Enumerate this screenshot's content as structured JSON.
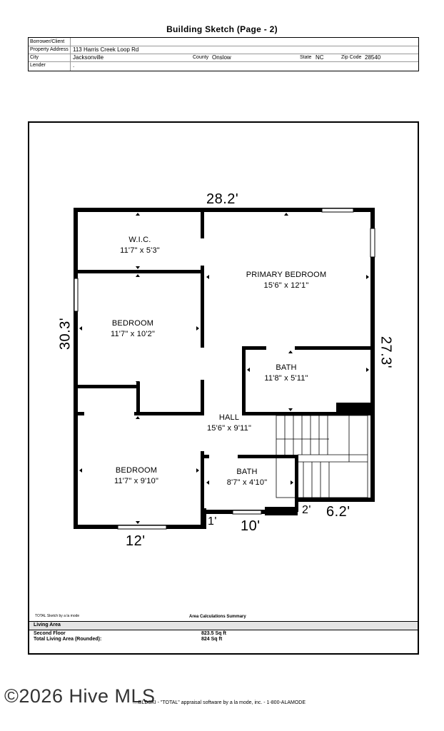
{
  "header": {
    "title": "Building Sketch (Page - 2)"
  },
  "info": {
    "borrower_label": "Borrower/Client",
    "borrower_value": "",
    "address_label": "Property Address",
    "address_value": "113 Harris Creek Loop Rd",
    "city_label": "City",
    "city_value": "Jacksonville",
    "county_label": "County",
    "county_value": "Onslow",
    "state_label": "State",
    "state_value": "NC",
    "zip_label": "Zip Code",
    "zip_value": "28540",
    "lender_label": "Lender",
    "lender_value": "."
  },
  "rooms": {
    "wic": {
      "name": "W.I.C.",
      "size": "11'7\" x 5'3\""
    },
    "primary_bedroom": {
      "name": "PRIMARY BEDROOM",
      "size": "15'6\" x 12'1\""
    },
    "bedroom_1": {
      "name": "BEDROOM",
      "size": "11'7\" x 10'2\""
    },
    "bath_1": {
      "name": "BATH",
      "size": "11'8\" x 5'11\""
    },
    "hall": {
      "name": "HALL",
      "size": "15'6\" x 9'11\""
    },
    "bedroom_2": {
      "name": "BEDROOM",
      "size": "11'7\" x 9'10\""
    },
    "bath_2": {
      "name": "BATH",
      "size": "8'7\" x 4'10\""
    }
  },
  "dimensions": {
    "top": "28.2'",
    "left": "30.3'",
    "right": "27.3'",
    "bottom_left": "12'",
    "bottom_mid": "10'",
    "small_1": "1'",
    "small_2": "2'",
    "bottom_right": "6.2'"
  },
  "summary": {
    "total_sketch_note": "TOTAL Sketch by a la mode",
    "title": "Area Calculations Summary",
    "living_area_label": "Living Area",
    "second_floor_label": "Second Floor",
    "second_floor_value": "823.5 Sq ft",
    "total_label": "Total Living Area (Rounded):",
    "total_value": "824 Sq ft"
  },
  "footer": {
    "watermark": "©2026 Hive MLS",
    "software": "....BLDSKI - \"TOTAL\" appraisal software by a la mode, inc. - 1-800-ALAMODE"
  }
}
